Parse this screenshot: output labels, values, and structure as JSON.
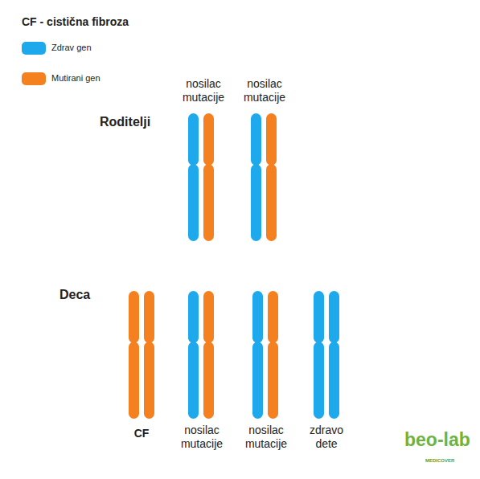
{
  "diagram": {
    "title": "CF - cistična fibroza",
    "labels": [
      "nosilac mutacije",
      "nosilac mutacije",
      "Roditelji",
      "Deca",
      "CF",
      "nosilac mutacije",
      "nosilac mutacije",
      "zdravo dete",
      "beo-lab",
      "MEDICOVER"
    ],
    "legend": [
      {
        "text": "Zdrav gen",
        "color": "#1ea9ec"
      },
      {
        "text": "Mutirani gen",
        "color": "#f5801f"
      }
    ]
  }
}
